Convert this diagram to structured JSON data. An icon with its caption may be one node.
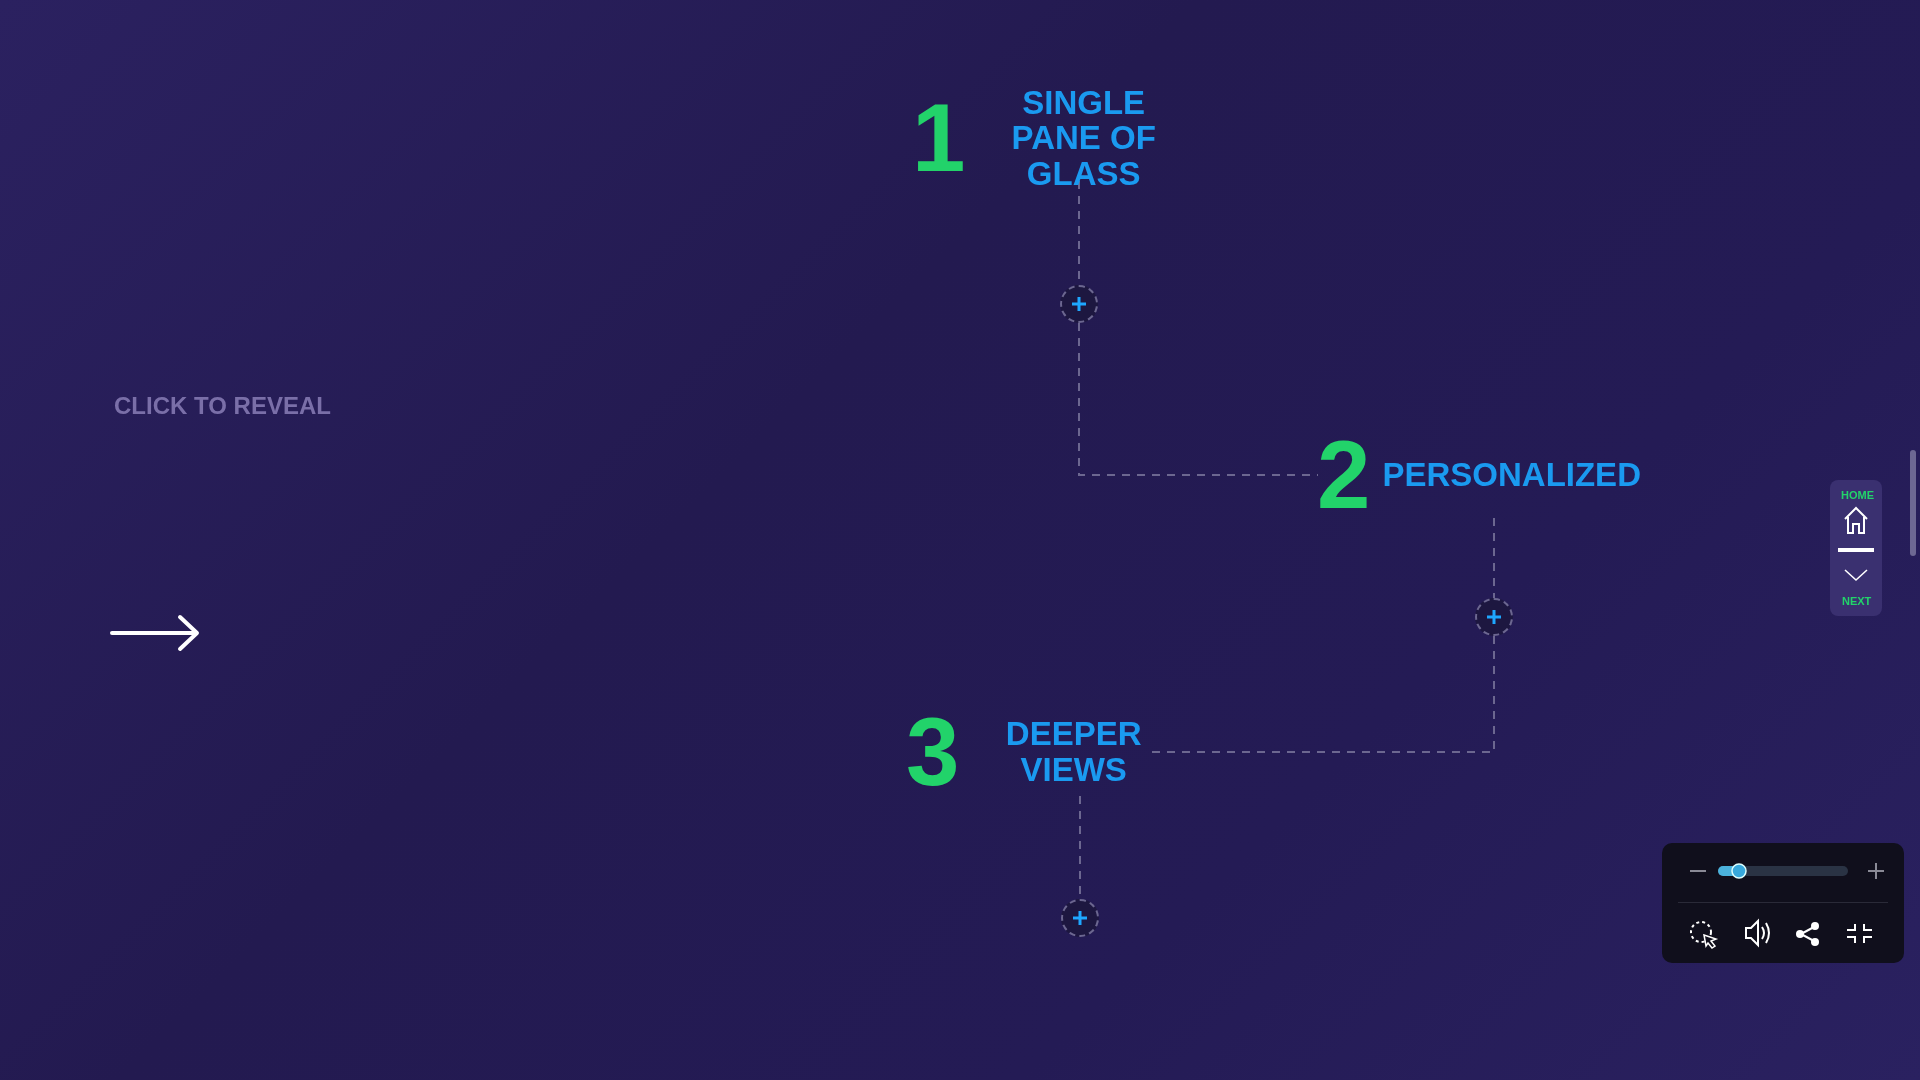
{
  "diagram": {
    "nodes": [
      {
        "text": [
          "1",
          "SINGLE PANE OF GLASS"
        ]
      },
      {
        "text": [],
        "shape": "circle"
      },
      {
        "text": [
          "2",
          "PERSONALIZED"
        ]
      },
      {
        "text": [],
        "shape": "circle"
      },
      {
        "text": [
          "3",
          "DEEPER VIEWS"
        ]
      },
      {
        "text": [],
        "shape": "circle"
      }
    ],
    "edges": [
      {
        "from": 0,
        "to": 1,
        "arrow": "none",
        "style": "dashed"
      },
      {
        "from": 1,
        "to": 2,
        "arrow": "none",
        "style": "dashed"
      },
      {
        "from": 2,
        "to": 3,
        "arrow": "none",
        "style": "dashed"
      },
      {
        "from": 3,
        "to": 4,
        "arrow": "none",
        "style": "dashed"
      },
      {
        "from": 4,
        "to": 5,
        "arrow": "none",
        "style": "dashed"
      }
    ],
    "labels": [
      "CLICK TO REVEAL",
      "HOME",
      "NEXT"
    ]
  }
}
